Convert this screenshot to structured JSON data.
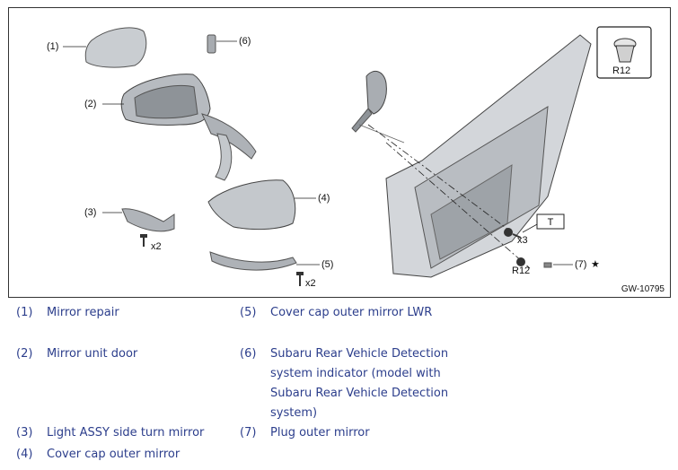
{
  "figure": {
    "id": "GW-10795",
    "callouts": {
      "c1": "(1)",
      "c2": "(2)",
      "c3": "(3)",
      "c4": "(4)",
      "c5": "(5)",
      "c6": "(6)",
      "c7": "(7)"
    },
    "quantities": {
      "q_screw_turn": "x2",
      "q_screw_cover": "x2",
      "q_bolt": "x3"
    },
    "clip_code_box": "R12",
    "clip_code_door": "R12",
    "torque_box": "T",
    "star_symbol": "★"
  },
  "legend": [
    {
      "num": "(1)",
      "lines": [
        "Mirror repair"
      ]
    },
    {
      "num": "(2)",
      "lines": [
        "Mirror unit door"
      ]
    },
    {
      "num": "(3)",
      "lines": [
        "Light ASSY side turn mirror"
      ]
    },
    {
      "num": "(4)",
      "lines": [
        "Cover cap outer mirror"
      ]
    },
    {
      "num": "(5)",
      "lines": [
        "Cover cap outer mirror LWR"
      ]
    },
    {
      "num": "(6)",
      "lines": [
        "Subaru Rear Vehicle Detection",
        "system indicator (model with",
        "Subaru Rear Vehicle Detection",
        "system)"
      ]
    },
    {
      "num": "(7)",
      "lines": [
        "Plug outer mirror"
      ]
    }
  ]
}
